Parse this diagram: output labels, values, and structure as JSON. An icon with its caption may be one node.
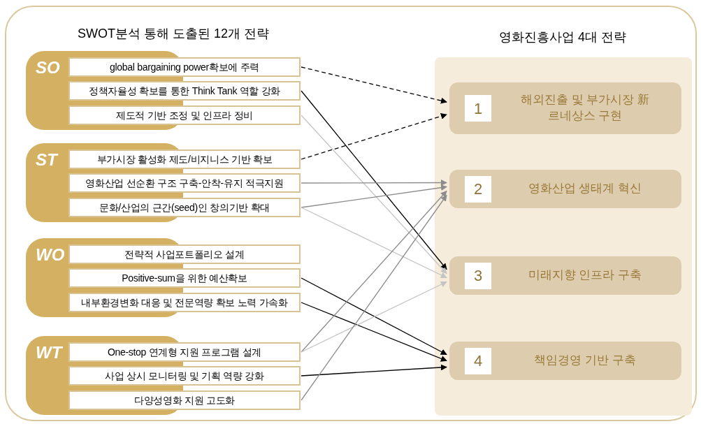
{
  "diagram": {
    "nodes": [
      {
        "text": [
          "SO"
        ]
      },
      {
        "text": [
          "global bargaining power확보에 주력"
        ]
      },
      {
        "text": [
          "정책자율성 확보를 통한 Think Tank 역할 강화"
        ]
      },
      {
        "text": [
          "제도적 기반 조정 및 인프라 정비"
        ]
      },
      {
        "text": [
          "ST"
        ]
      },
      {
        "text": [
          "부가시장 활성화 제도/비지니스 기반 확보"
        ]
      },
      {
        "text": [
          "영화산업 선순환 구조 구축-안착-유지 적극지원"
        ]
      },
      {
        "text": [
          "문화/산업의 근간(seed)인 창의기반 확대"
        ]
      },
      {
        "text": [
          "WO"
        ]
      },
      {
        "text": [
          "전략적 사업포트폴리오 설계"
        ]
      },
      {
        "text": [
          "Positive-sum을 위한 예산확보"
        ]
      },
      {
        "text": [
          "내부환경변화 대응 및 전문역량 확보 노력 가속화"
        ]
      },
      {
        "text": [
          "WT"
        ]
      },
      {
        "text": [
          "One-stop 연계형 지원 프로그램 설계"
        ]
      },
      {
        "text": [
          "사업 상시 모니터링 및 기획 역량 강화"
        ]
      },
      {
        "text": [
          "다양성영화 지원 고도화"
        ]
      },
      {
        "text": [
          "1",
          "해외진출 및 부가시장 新르네상스 구현"
        ]
      },
      {
        "text": [
          "2",
          "영화산업 생태계 혁신"
        ]
      },
      {
        "text": [
          "3",
          "미래지향 인프라 구축"
        ]
      },
      {
        "text": [
          "4",
          "책임경영 기반 구축"
        ]
      }
    ],
    "edges": [
      {
        "from": 1,
        "to": 16,
        "arrow": "to",
        "style": "dashed"
      },
      {
        "from": 2,
        "to": 18,
        "arrow": "to"
      },
      {
        "from": 3,
        "to": 18,
        "arrow": "to",
        "color": "#c4c4c4"
      },
      {
        "from": 5,
        "to": 16,
        "arrow": "to",
        "style": "dashed"
      },
      {
        "from": 6,
        "to": 17,
        "arrow": "to",
        "color": "#8c8c8c"
      },
      {
        "from": 7,
        "to": 17,
        "arrow": "to",
        "color": "#8c8c8c"
      },
      {
        "from": 7,
        "to": 18,
        "arrow": "to",
        "color": "#c4c4c4"
      },
      {
        "from": 10,
        "to": 19,
        "arrow": "to"
      },
      {
        "from": 11,
        "to": 19,
        "arrow": "to"
      },
      {
        "from": 13,
        "to": 17,
        "arrow": "to",
        "color": "#8c8c8c"
      },
      {
        "from": 13,
        "to": 18,
        "arrow": "to",
        "color": "#c4c4c4"
      },
      {
        "from": 14,
        "to": 19,
        "arrow": "to"
      },
      {
        "from": 15,
        "to": 17,
        "arrow": "to",
        "color": "#8c8c8c"
      }
    ],
    "labels": [
      "SWOT분석 통해 도출된 12개 전략",
      "영화진흥사업 4대 전략"
    ]
  }
}
